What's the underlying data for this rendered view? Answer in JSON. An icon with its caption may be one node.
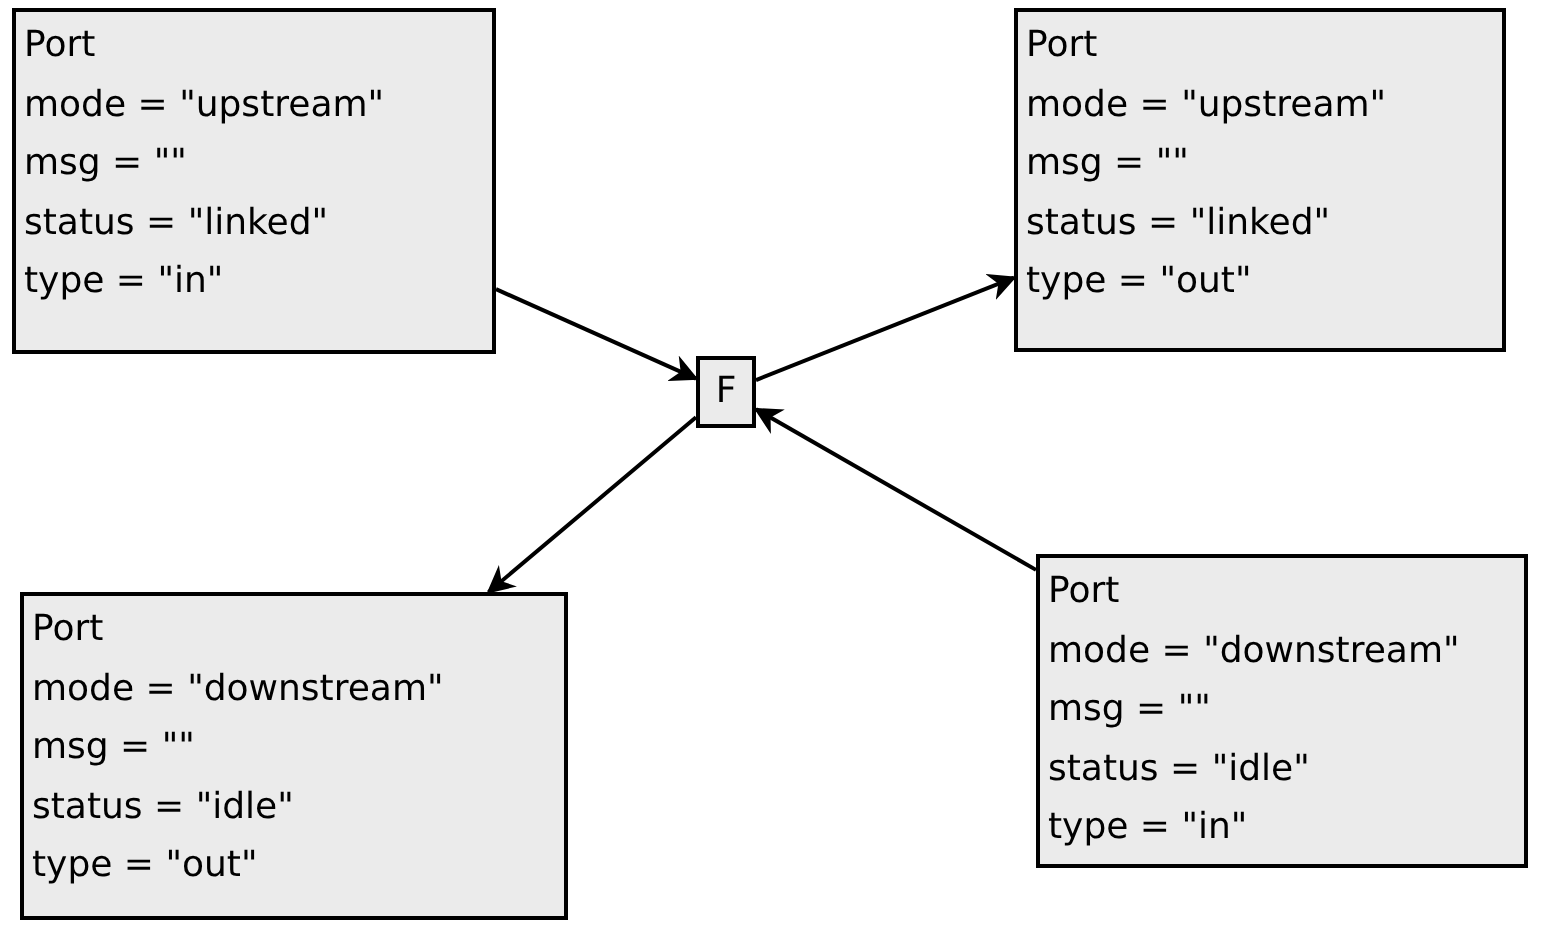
{
  "diagram": {
    "nodes": [
      {
        "text": [
          "Port",
          "mode = \"upstream\"",
          "msg = \"\"",
          "status = \"linked\"",
          "type = \"in\""
        ]
      },
      {
        "text": [
          "Port",
          "mode = \"upstream\"",
          "msg = \"\"",
          "status = \"linked\"",
          "type = \"out\""
        ]
      },
      {
        "text": [
          "F"
        ]
      },
      {
        "text": [
          "Port",
          "mode = \"downstream\"",
          "msg = \"\"",
          "status = \"idle\"",
          "type = \"out\""
        ]
      },
      {
        "text": [
          "Port",
          "mode = \"downstream\"",
          "msg = \"\"",
          "status = \"idle\"",
          "type = \"in\""
        ]
      }
    ],
    "edges": [
      {
        "from": 0,
        "to": 2,
        "arrow": "to"
      },
      {
        "from": 2,
        "to": 1,
        "arrow": "to"
      },
      {
        "from": 2,
        "to": 3,
        "arrow": "to"
      },
      {
        "from": 4,
        "to": 2,
        "arrow": "to"
      }
    ]
  }
}
